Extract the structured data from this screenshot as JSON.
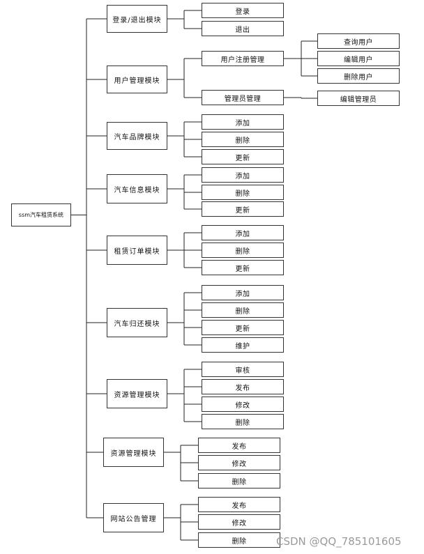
{
  "root": {
    "label": "ssm汽车租赁系统"
  },
  "modules": [
    {
      "label": "登录/退出模块",
      "children": [
        {
          "label": "登录"
        },
        {
          "label": "退出"
        }
      ]
    },
    {
      "label": "用户管理模块",
      "children": [
        {
          "label": "用户注册管理",
          "children": [
            {
              "label": "查询用户"
            },
            {
              "label": "编辑用户"
            },
            {
              "label": "删除用户"
            }
          ]
        },
        {
          "label": "管理员管理",
          "children": [
            {
              "label": "编辑管理员"
            }
          ]
        }
      ]
    },
    {
      "label": "汽车品牌模块",
      "children": [
        {
          "label": "添加"
        },
        {
          "label": "删除"
        },
        {
          "label": "更新"
        }
      ]
    },
    {
      "label": "汽车信息模块",
      "children": [
        {
          "label": "添加"
        },
        {
          "label": "删除"
        },
        {
          "label": "更新"
        }
      ]
    },
    {
      "label": "租赁订单模块",
      "children": [
        {
          "label": "添加"
        },
        {
          "label": "删除"
        },
        {
          "label": "更新"
        }
      ]
    },
    {
      "label": "汽车归还模块",
      "children": [
        {
          "label": "添加"
        },
        {
          "label": "删除"
        },
        {
          "label": "更新"
        },
        {
          "label": "维护"
        }
      ]
    },
    {
      "label": "资源管理模块",
      "children": [
        {
          "label": "审核"
        },
        {
          "label": "发布"
        },
        {
          "label": "修改"
        },
        {
          "label": "删除"
        }
      ]
    },
    {
      "label": "资源管理模块",
      "children": [
        {
          "label": "发布"
        },
        {
          "label": "修改"
        },
        {
          "label": "删除"
        }
      ]
    },
    {
      "label": "网站公告管理",
      "children": [
        {
          "label": "发布"
        },
        {
          "label": "修改"
        },
        {
          "label": "删除"
        }
      ]
    }
  ],
  "watermark": "CSDN @QQ_785101605"
}
